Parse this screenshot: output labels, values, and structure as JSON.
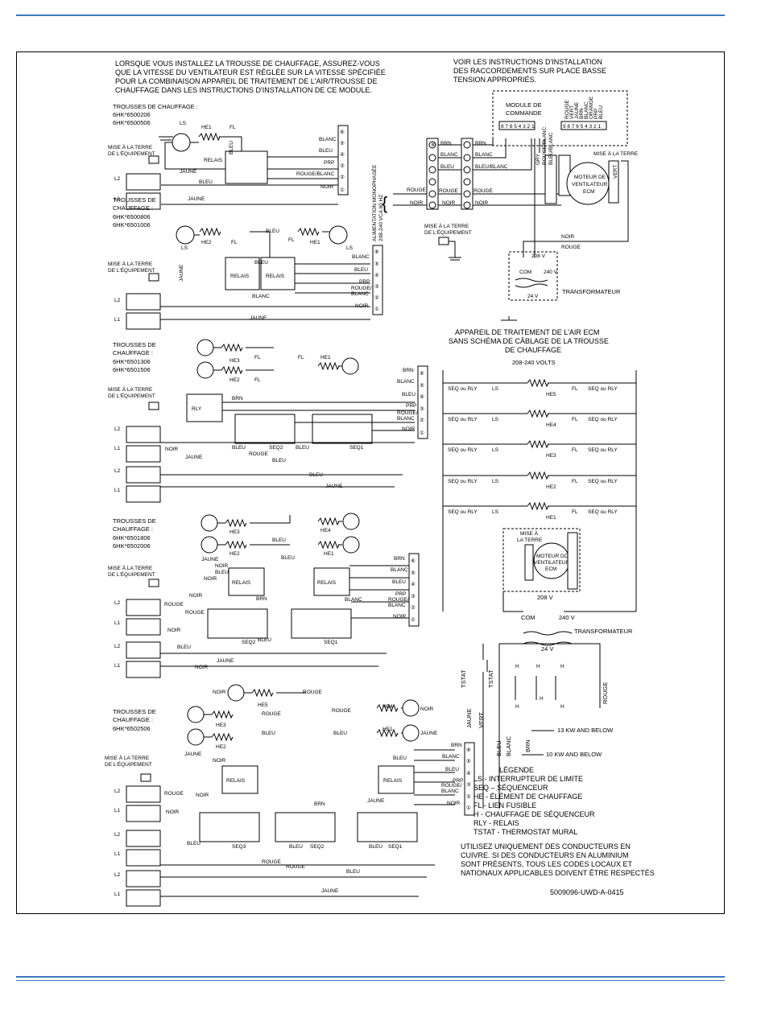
{
  "header_note": [
    "LORSQUE VOUS INSTALLEZ LA TROUSSE DE CHAUFFAGE, ASSUREZ-VOUS",
    "QUE LA VITESSE DU VENTILATEUR EST RÉGLÉE SUR LA VITESSE SPÉCIFIÉE",
    "POUR LA COMBINAISON APPAREIL DE TRAITEMENT DE L'AIR/TROUSSE DE",
    "CHAUFFAGE DANS LES INSTRUCTIONS D'INSTALLATION DE CE MODULE."
  ],
  "low_voltage_note": [
    "VOIR LES INSTRUCTIONS D'INSTALLATION",
    "DES RACCORDEMENTS SUR PLACE BASSE",
    "TENSION APPROPRIÉS."
  ],
  "control_module": {
    "title1": "MODULE DE",
    "title2": "COMMANDE",
    "pins": "8 7 6 5 4 3 2 1"
  },
  "motor_connector_pins": "9 8 7 6 5 4 3 2 1",
  "motor_wire_labels": [
    "ROUGE",
    "VERT",
    "JAUNE",
    "BRN",
    "BLANC",
    "ORANGE",
    "PRP",
    "BLEU"
  ],
  "supply_label": [
    "ALIMENTATION MONOPHASÉE",
    "208-240 VCA 60 HZ"
  ],
  "ground_label": [
    "MISE À LA TERRE",
    "DE L'ÉQUIPEMENT"
  ],
  "ground_motor": "MISE À LA TERRE",
  "motor_label": [
    "MOTEUR DE",
    "VENTILATEUR",
    "ECM"
  ],
  "motor_label_small": [
    "MOTEUR DC",
    "VENTILATEUR",
    "ECM"
  ],
  "transformer": {
    "v208": "208 V",
    "v240": "240 V",
    "com": "COM",
    "v24": "24 V",
    "label": "TRANSFORMATEUR"
  },
  "wires": {
    "brn": "BRN",
    "blanc": "BLANC",
    "bleu": "BLEU",
    "prp": "PRP",
    "rouge_blanc": "ROUGE/BLANC",
    "rouge_blanc_split": [
      "ROUGE/",
      "BLANC"
    ],
    "noir": "NOIR",
    "jaune": "JAUNE",
    "rouge": "ROUGE",
    "bleu_blanc": "BLEU/BLANC",
    "vert": "VERT",
    "gry": "GRY",
    "bleu_blanc_v": "BLEU/BLANC",
    "rouge_blanc_v": "ROUGE/BLANC"
  },
  "parts": {
    "ls": "LS",
    "fl": "FL",
    "he1": "HE1",
    "he2": "HE2",
    "he3": "HE3",
    "he4": "HE4",
    "he5": "HE5",
    "relais": "RELAIS",
    "rly": "RLY",
    "seq1": "SEQ1",
    "seq2": "SEQ2",
    "seq3": "SEQ3",
    "l1": "L1",
    "l2": "L2",
    "h": "H"
  },
  "kits": [
    {
      "title": [
        "TROUSSES DE CHAUFFAGE :",
        "6HK*6500206",
        "6HK*6500506"
      ]
    },
    {
      "title": [
        "TROUSSES DE",
        "CHAUFFAGE :",
        "6HK*6500806",
        "6HK*6501006"
      ]
    },
    {
      "title": [
        "TROUSSES DE",
        "CHAUFFAGE :",
        "6HK*6501306",
        "6HK*6501506"
      ]
    },
    {
      "title": [
        "TROUSSES DE",
        "CHAUFFAGE :",
        "6HK*6501806",
        "6HK*6502006"
      ]
    },
    {
      "title": [
        "TROUSSES DE",
        "CHAUFFAGE :",
        "6HK*6502506"
      ]
    }
  ],
  "ecm_title": [
    "APPAREIL DE TRAITEMENT DE L'AIR ECM",
    "SANS SCHÉMA DE CÂBLAGE DE LA TROUSSE",
    "DE CHAUFFAGE"
  ],
  "ecm_volts": "208-240 VOLTS",
  "seq_rly": "SEQ ou RLY",
  "mise_small": [
    "MISE À",
    "LA TERRE"
  ],
  "tstat": "TSTAT",
  "kw13": "13 KW AND BELOW",
  "kw10": "10 KW AND BELOW",
  "legend": {
    "title": "LÉGENDE",
    "items": [
      "LS - INTERRUPTEUR DE LIMITE",
      "SEQ – SÉQUENCEUR",
      "HE - ÉLÉMENT DE CHAUFFAGE",
      "FL - LIEN FUSIBLE",
      "H - CHAUFFAGE DE SÉQUENCEUR",
      "RLY - RELAIS",
      "TSTAT - THERMOSTAT MURAL"
    ]
  },
  "copper_note": [
    "UTILISEZ UNIQUEMENT DES CONDUCTEURS EN",
    "CUIVRE. SI DES CONDUCTEURS EN ALUMINIUM",
    "SONT PRÉSENTS, TOUS LES CODES LOCAUX ET",
    "NATIONAUX APPLICABLES DOIVENT ÊTRE RESPECTÉS"
  ],
  "doc_number": "5009096-UWD-A-0415"
}
